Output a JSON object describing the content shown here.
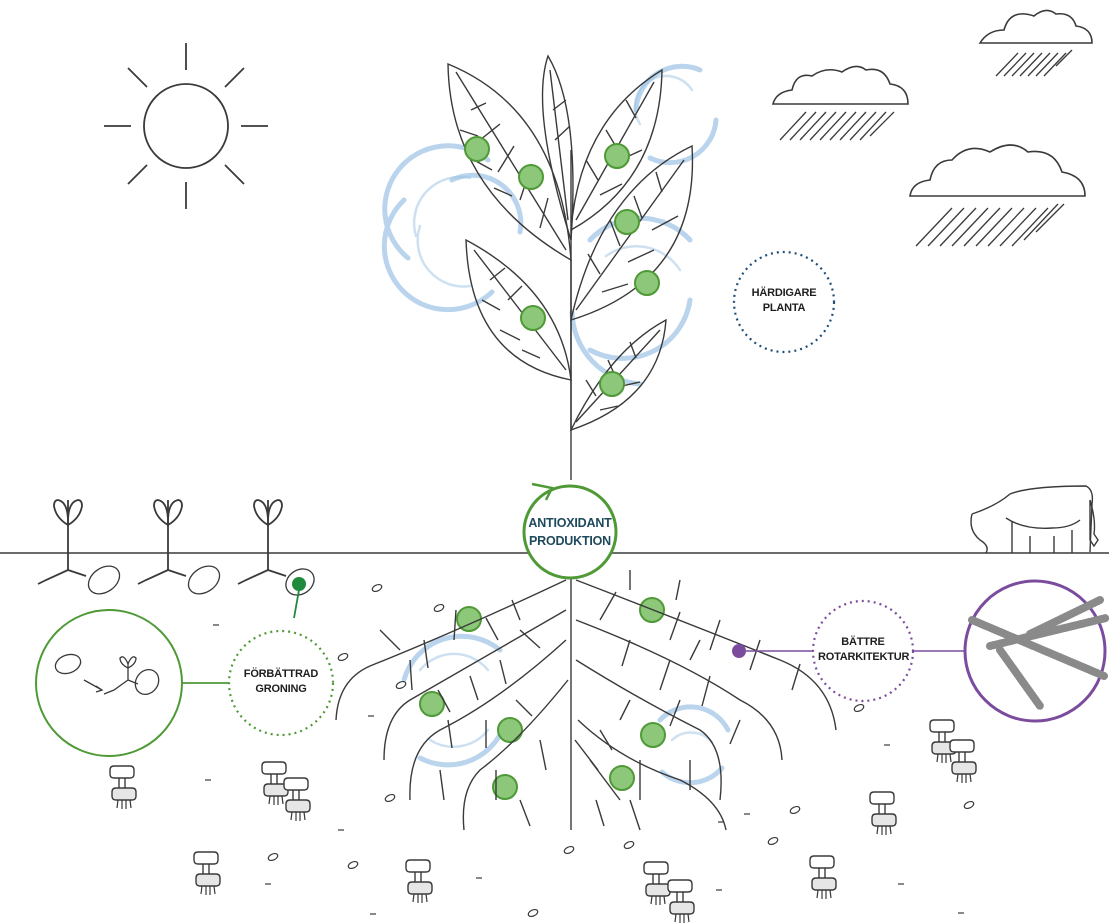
{
  "labels": {
    "antioxidant": {
      "line1": "ANTIOXIDANT",
      "line2": "PRODUKTION"
    },
    "hardier_plant": {
      "line1": "HÄRDIGARE",
      "line2": "PLANTA"
    },
    "germination": {
      "line1": "FÖRBÄTTRAD",
      "line2": "GRONING"
    },
    "root_architecture": {
      "line1": "BÄTTRE",
      "line2": "ROTARKITEKTUR"
    }
  },
  "colors": {
    "line": "#3a3a3a",
    "green": "#4f9a37",
    "green_fill": "#8cc77a",
    "green_dark": "#1e8a3c",
    "blue_glow": "#9cc3e4",
    "navy_dots": "#1f4e79",
    "purple": "#7b4c9e",
    "root_gray": "#8a8a8a"
  },
  "icons": [
    "sun-icon",
    "rain-cloud-icon",
    "sprout-icon",
    "cow-icon",
    "mushroom-icon",
    "pebble-icon"
  ]
}
